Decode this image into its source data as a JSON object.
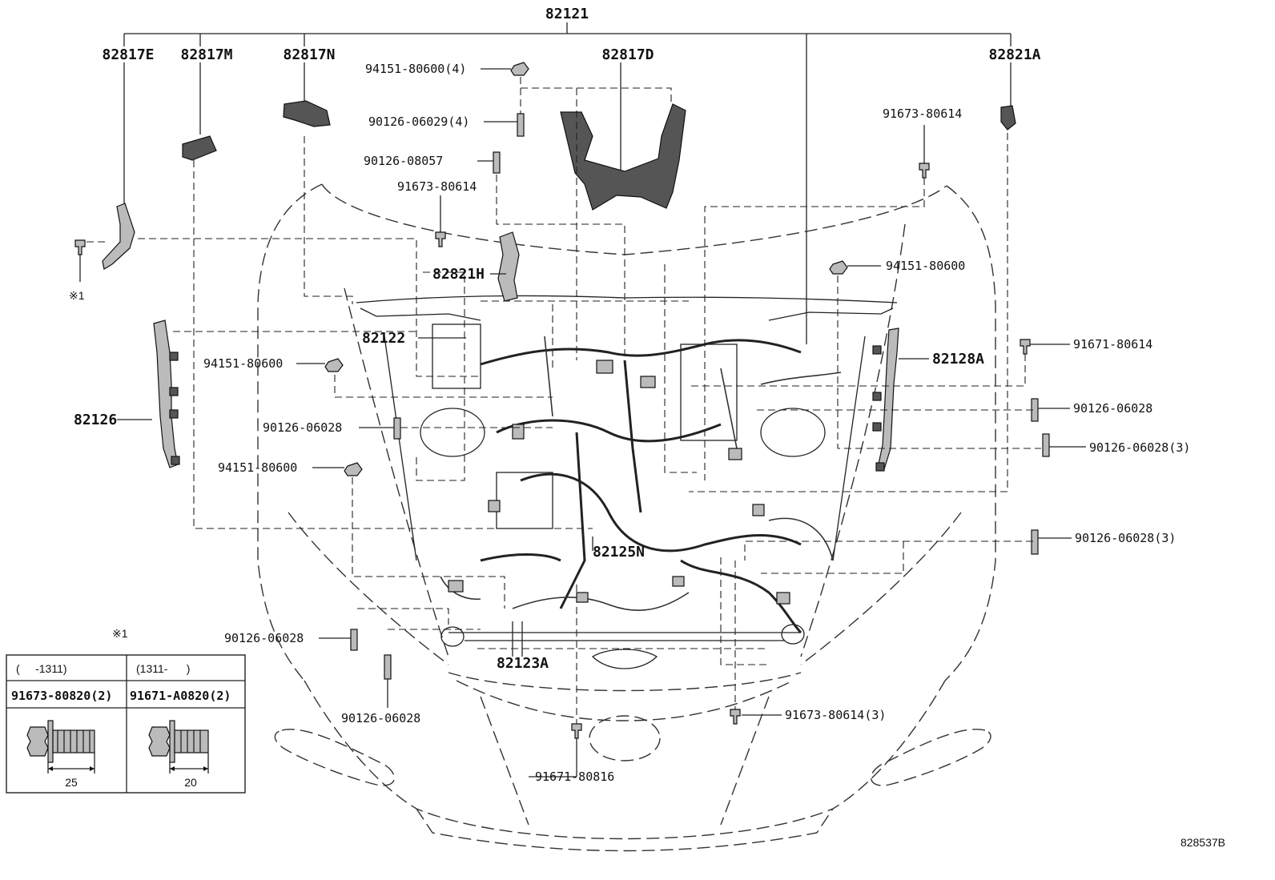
{
  "diagram": {
    "top_part": "82121",
    "upper_parts": [
      "82817E",
      "82817M",
      "82817N",
      "82817D",
      "82821A"
    ],
    "part_82821H": "82821H",
    "part_82122": "82122",
    "part_82126": "82126",
    "part_82128A": "82128A",
    "part_82125N": "82125N",
    "part_82123A": "82123A",
    "fasteners_left": [
      "94151-80600(4)",
      "90126-06029(4)",
      "90126-08057",
      "91673-80614",
      "94151-80600",
      "90126-06028",
      "94151-80600",
      "90126-06028",
      "90126-06028"
    ],
    "fasteners_right": [
      "91673-80614",
      "94151-80600",
      "91671-80614",
      "90126-06028",
      "90126-06028(3)",
      "90126-06028(3)",
      "91673-80614(3)"
    ],
    "bottom_fastener": "91671-80816",
    "note_mark": "※1",
    "figure_code": "828537B"
  },
  "inset": {
    "mark": "※1",
    "col1_range": "(     -1311)",
    "col2_range": "(1311-      )",
    "col1_part": "91673-80820(2)",
    "col2_part": "91671-A0820(2)",
    "col1_length": "25",
    "col2_length": "20"
  }
}
